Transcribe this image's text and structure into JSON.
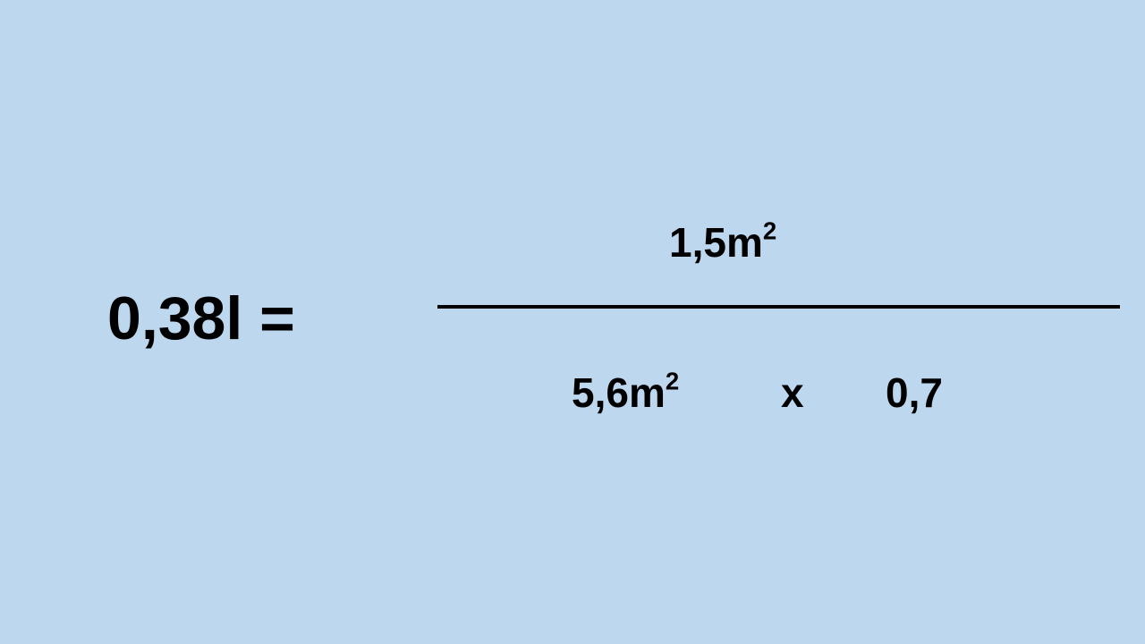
{
  "equation": {
    "lhs": "0,38l =",
    "numerator": {
      "value": "1,5",
      "unit": "m",
      "exponent": "2"
    },
    "denominator": {
      "term1": {
        "value": "5,6",
        "unit": "m",
        "exponent": "2"
      },
      "operator": "x",
      "term2": "0,7"
    }
  },
  "colors": {
    "background": "#bdd7ee",
    "text": "#000000"
  }
}
